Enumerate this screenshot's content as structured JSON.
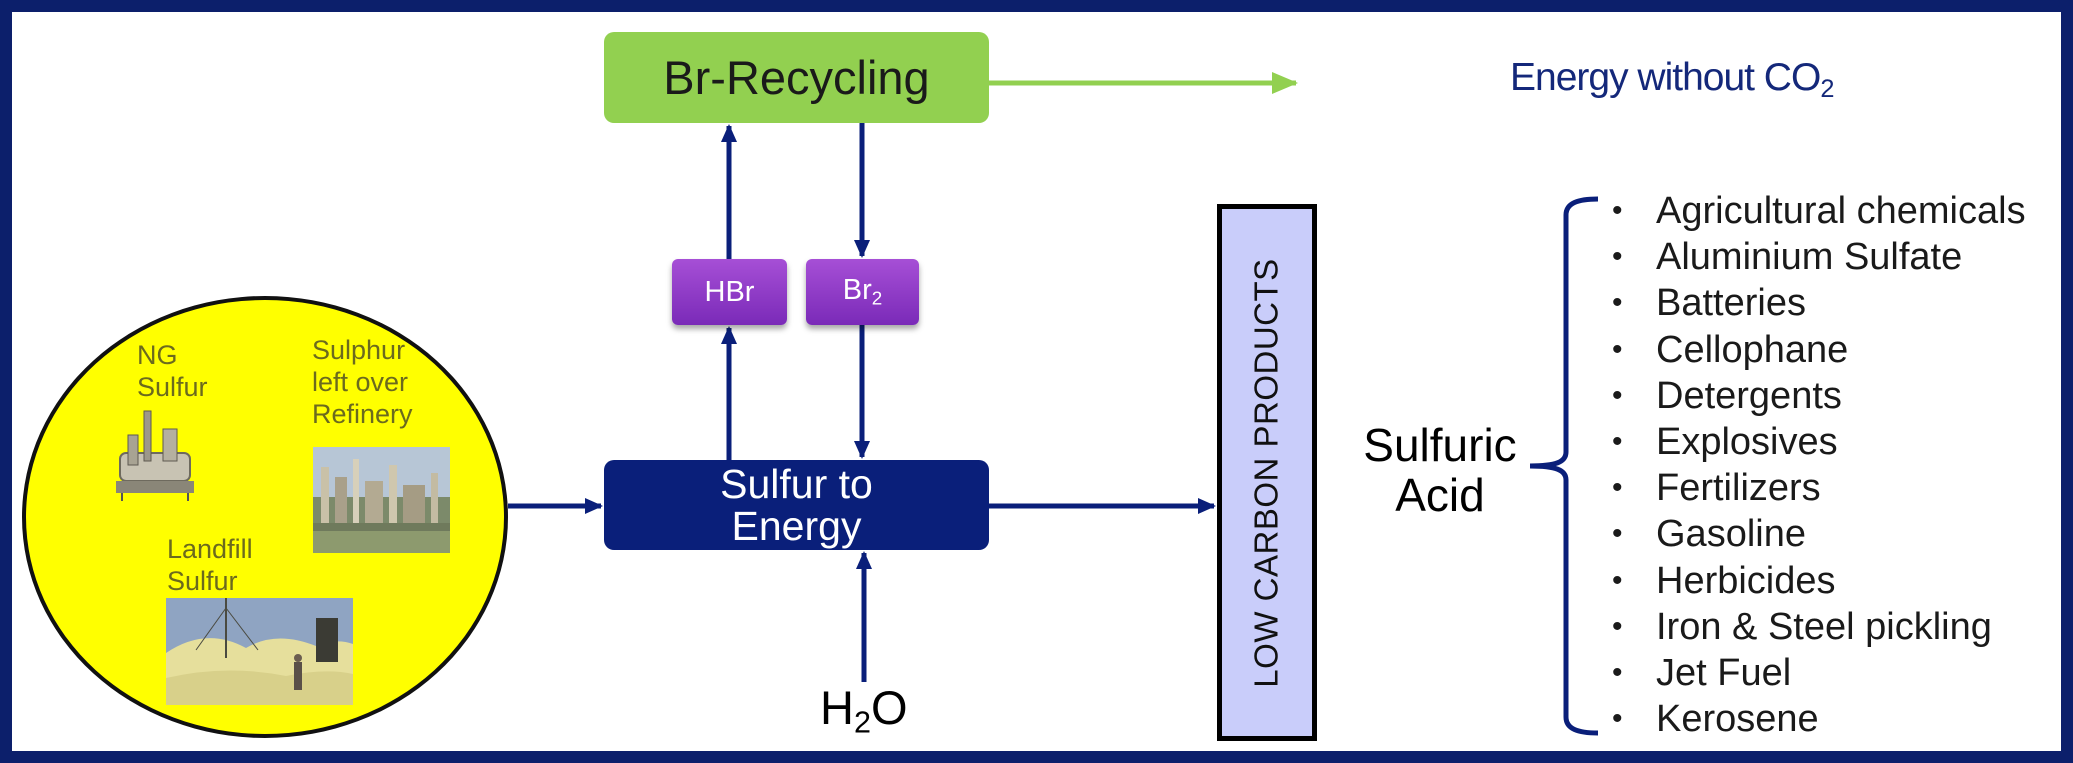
{
  "diagram": {
    "br_recycling": "Br-Recycling",
    "energy_without_co2": {
      "text": "Energy without CO",
      "sub": "2"
    },
    "hbr": "HBr",
    "br2": {
      "text": "Br",
      "sub": "2"
    },
    "sulfur_to_energy": {
      "line1": "Sulfur to",
      "line2": "Energy"
    },
    "h2o": {
      "h": "H",
      "sub": "2",
      "o": "O"
    },
    "low_carbon_products": "LOW CARBON PRODUCTS",
    "sulfuric_acid": {
      "line1": "Sulfuric",
      "line2": "Acid"
    },
    "uses": [
      "Agricultural chemicals",
      "Aluminium Sulfate",
      "Batteries",
      "Cellophane",
      "Detergents",
      "Explosives",
      "Fertilizers",
      "Gasoline",
      "Herbicides",
      "Iron & Steel pickling",
      "Jet Fuel",
      "Kerosene"
    ],
    "sources": {
      "ng_sulfur": {
        "line1": "NG",
        "line2": "Sulfur"
      },
      "sulphur_refinery": {
        "line1": "Sulphur",
        "line2": "left over",
        "line3": "Refinery"
      },
      "landfill_sulfur": {
        "line1": "Landfill",
        "line2": "Sulfur"
      }
    }
  },
  "colors": {
    "frame": "#0c1f6b",
    "green": "#92d050",
    "navy": "#0a1f7a",
    "purple": "#8a36c4",
    "lavender": "#c9cdfa",
    "yellow": "#ffff00"
  }
}
